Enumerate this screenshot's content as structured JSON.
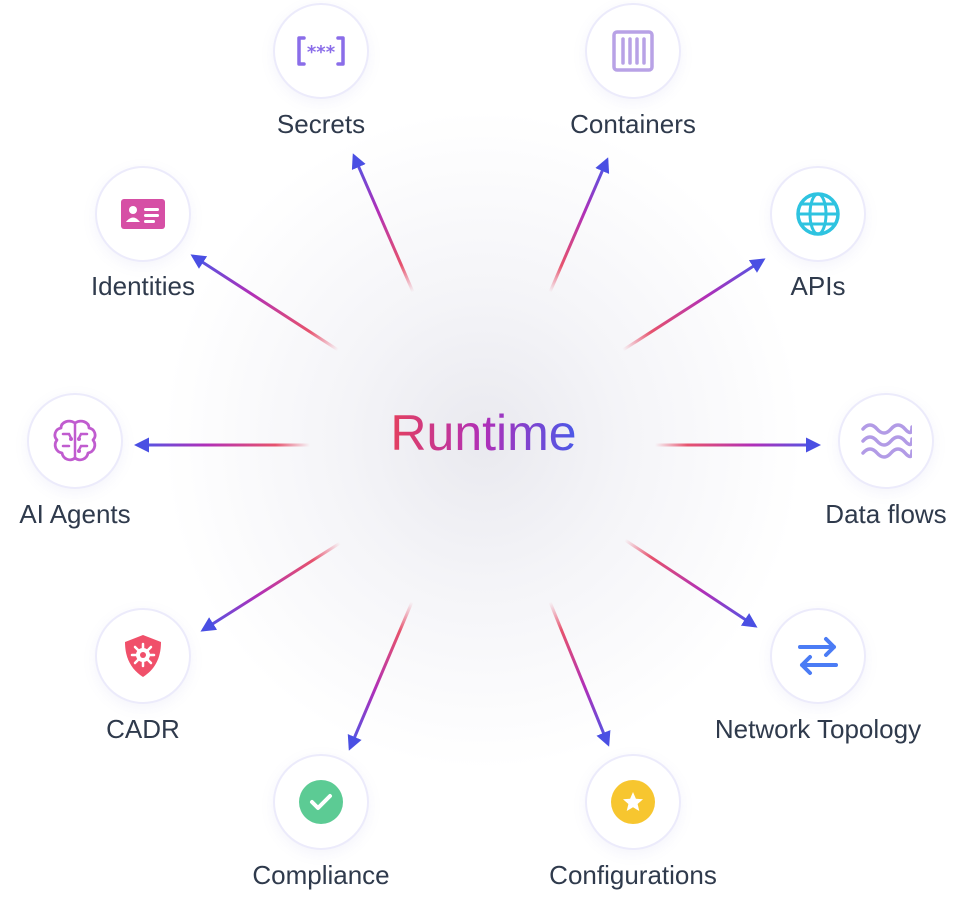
{
  "center": {
    "title": "Runtime"
  },
  "nodes": [
    {
      "id": "secrets",
      "label": "Secrets",
      "icon": "secrets-icon",
      "color": "#8a6de9"
    },
    {
      "id": "containers",
      "label": "Containers",
      "icon": "container-icon",
      "color": "#b8a2e6"
    },
    {
      "id": "identities",
      "label": "Identities",
      "icon": "id-card-icon",
      "color": "#d64fa5"
    },
    {
      "id": "apis",
      "label": "APIs",
      "icon": "globe-icon",
      "color": "#2ec3e0"
    },
    {
      "id": "ai-agents",
      "label": "AI Agents",
      "icon": "brain-icon",
      "color": "#c05ccf"
    },
    {
      "id": "data-flows",
      "label": "Data flows",
      "icon": "waves-icon",
      "color": "#b29be6"
    },
    {
      "id": "cadr",
      "label": "CADR",
      "icon": "shield-bug-icon",
      "color": "#f0506a"
    },
    {
      "id": "network-topology",
      "label": "Network Topology",
      "icon": "swap-arrows-icon",
      "color": "#4b7cf5"
    },
    {
      "id": "compliance",
      "label": "Compliance",
      "icon": "check-circle-icon",
      "color": "#5ccb94"
    },
    {
      "id": "configurations",
      "label": "Configurations",
      "icon": "star-circle-icon",
      "color": "#f7c62f"
    }
  ],
  "colors": {
    "gradient_start": "#e4405e",
    "gradient_mid": "#b02fb8",
    "gradient_end": "#4a59e8",
    "label": "#2f3a4c"
  }
}
